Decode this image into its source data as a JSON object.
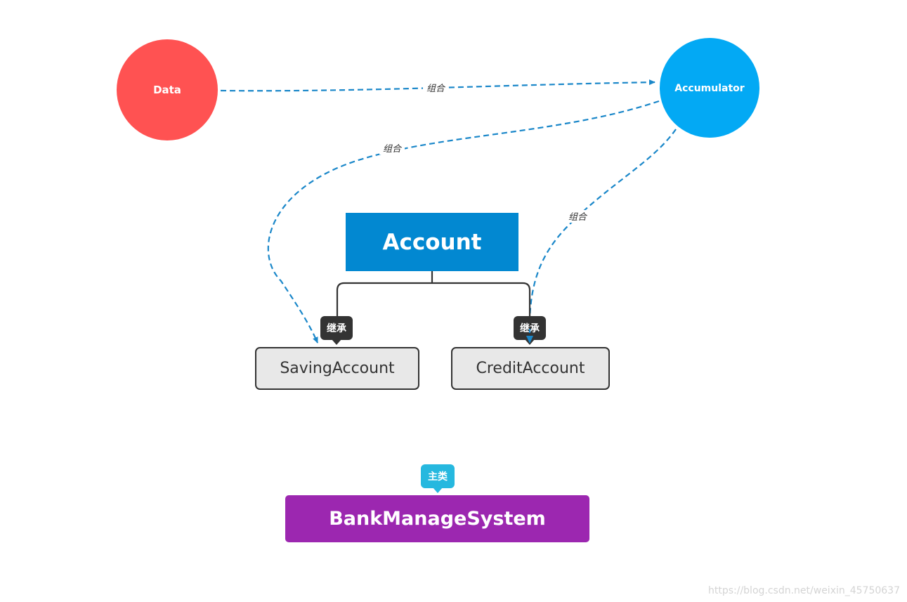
{
  "nodes": {
    "data": {
      "label": "Data",
      "color": "#ff5252"
    },
    "accumulator": {
      "label": "Accumulator",
      "color": "#03a9f4"
    },
    "account": {
      "label": "Account",
      "color": "#0288d1"
    },
    "saving_account": {
      "label": "SavingAccount"
    },
    "credit_account": {
      "label": "CreditAccount"
    },
    "bank_manage_system": {
      "label": "BankManageSystem",
      "color": "#9c27b0"
    }
  },
  "edges": {
    "data_to_accumulator": {
      "label": "组合"
    },
    "accumulator_to_saving": {
      "label": "组合"
    },
    "accumulator_to_credit": {
      "label": "组合"
    }
  },
  "tags": {
    "saving_inherit": "继承",
    "credit_inherit": "继承",
    "bank_main": "主类"
  },
  "colors": {
    "dashed_edge": "#1a87c9",
    "tree_line": "#333333"
  },
  "watermark": "https://blog.csdn.net/weixin_45750637"
}
